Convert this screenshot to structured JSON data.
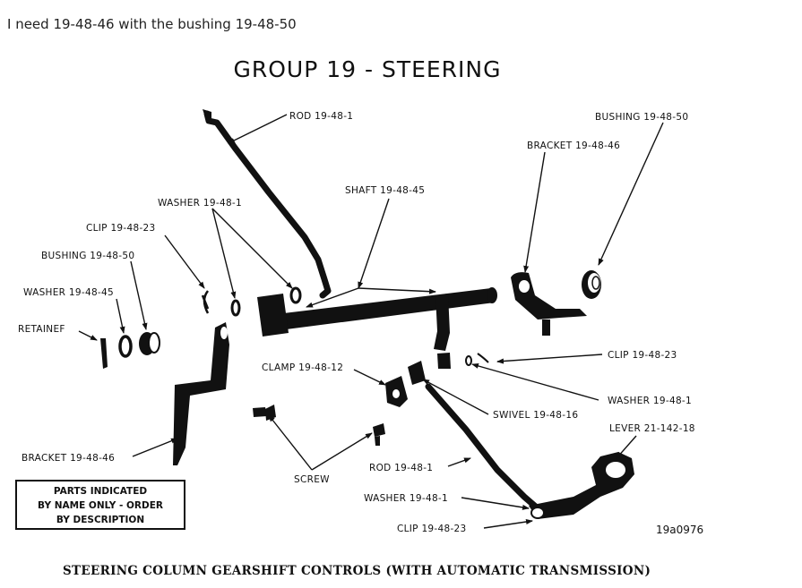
{
  "post": {
    "text": "I need 19-48-46 with the bushing 19-48-50"
  },
  "diagram": {
    "title": "GROUP 19 - STEERING",
    "caption": "STEERING COLUMN GEARSHIFT CONTROLS (WITH AUTOMATIC TRANSMISSION)",
    "figure_number": "19a0976",
    "notice": [
      "PARTS INDICATED",
      "BY NAME ONLY - ORDER",
      "BY DESCRIPTION"
    ],
    "labels": {
      "rod_top": "ROD 19-48-1",
      "bushing_right": "BUSHING 19-48-50",
      "bracket_right": "BRACKET 19-48-46",
      "shaft": "SHAFT 19-48-45",
      "washer_top": "WASHER 19-48-1",
      "clip_left": "CLIP 19-48-23",
      "bushing_left": "BUSHING 19-48-50",
      "washer_left": "WASHER 19-48-45",
      "retainer": "RETAINEF",
      "clip_right": "CLIP 19-48-23",
      "washer_right": "WASHER 19-48-1",
      "clamp": "CLAMP 19-48-12",
      "swivel": "SWIVEL 19-48-16",
      "lever": "LEVER 21-142-18",
      "bracket_left": "BRACKET 19-48-46",
      "screw": "SCREW",
      "rod_bottom": "ROD 19-48-1",
      "washer_bottom": "WASHER 19-48-1",
      "clip_bottom": "CLIP 19-48-23"
    }
  }
}
